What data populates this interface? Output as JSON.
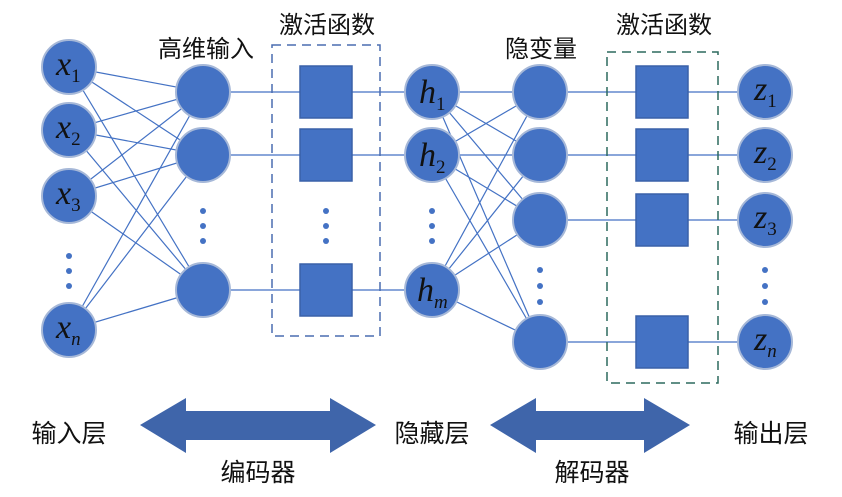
{
  "labels": {
    "encoder_hidden": "高维输入",
    "encoder_activation": "激活函数",
    "latent": "隐变量",
    "decoder_activation": "激活函数",
    "input_layer": "输入层",
    "hidden_layer": "隐藏层",
    "output_layer": "输出层",
    "encoder": "编码器",
    "decoder": "解码器"
  },
  "input_nodes": [
    {
      "var": "x",
      "sub": "1"
    },
    {
      "var": "x",
      "sub": "2"
    },
    {
      "var": "x",
      "sub": "3"
    },
    {
      "var": "x",
      "sub": "n"
    }
  ],
  "latent_nodes": [
    {
      "var": "h",
      "sub": "1"
    },
    {
      "var": "h",
      "sub": "2"
    },
    {
      "var": "h",
      "sub": "m"
    }
  ],
  "output_nodes": [
    {
      "var": "z",
      "sub": "1"
    },
    {
      "var": "z",
      "sub": "2"
    },
    {
      "var": "z",
      "sub": "3"
    },
    {
      "var": "z",
      "sub": "n"
    }
  ],
  "colors": {
    "node_fill": "#4472C4",
    "edge": "#4472C4",
    "arrow": "#3F65AA",
    "encoder_box_dash": "#4A6DB0",
    "decoder_box_dash": "#2D6A5E"
  }
}
